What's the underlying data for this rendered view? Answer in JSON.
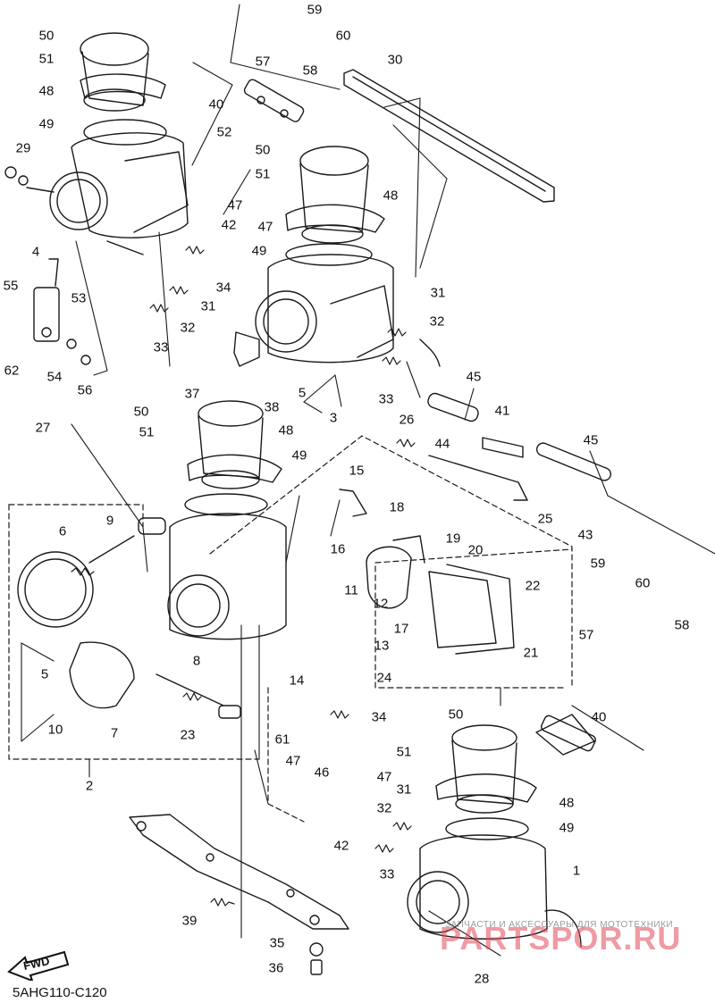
{
  "diagram": {
    "code": "5AHG110-C120",
    "direction_badge": "FWD",
    "watermark": {
      "tagline": "ЗАПЧАСТИ И АКСЕССУАРЫ ДЛЯ МОТОТЕХНИКИ",
      "brand": "PARTSPOR.RU"
    }
  },
  "callouts": [
    {
      "label": "50"
    },
    {
      "label": "51"
    },
    {
      "label": "48"
    },
    {
      "label": "49"
    },
    {
      "label": "29"
    },
    {
      "label": "4"
    },
    {
      "label": "55"
    },
    {
      "label": "53"
    },
    {
      "label": "62"
    },
    {
      "label": "54"
    },
    {
      "label": "56"
    },
    {
      "label": "27"
    },
    {
      "label": "59"
    },
    {
      "label": "60"
    },
    {
      "label": "57"
    },
    {
      "label": "58"
    },
    {
      "label": "30"
    },
    {
      "label": "40"
    },
    {
      "label": "52"
    },
    {
      "label": "47"
    },
    {
      "label": "42"
    },
    {
      "label": "50"
    },
    {
      "label": "51"
    },
    {
      "label": "48"
    },
    {
      "label": "47"
    },
    {
      "label": "49"
    },
    {
      "label": "34"
    },
    {
      "label": "31"
    },
    {
      "label": "32"
    },
    {
      "label": "33"
    },
    {
      "label": "31"
    },
    {
      "label": "32"
    },
    {
      "label": "33"
    },
    {
      "label": "37"
    },
    {
      "label": "38"
    },
    {
      "label": "5"
    },
    {
      "label": "3"
    },
    {
      "label": "45"
    },
    {
      "label": "26"
    },
    {
      "label": "44"
    },
    {
      "label": "41"
    },
    {
      "label": "45"
    },
    {
      "label": "25"
    },
    {
      "label": "43"
    },
    {
      "label": "50"
    },
    {
      "label": "51"
    },
    {
      "label": "48"
    },
    {
      "label": "49"
    },
    {
      "label": "15"
    },
    {
      "label": "16"
    },
    {
      "label": "18"
    },
    {
      "label": "9"
    },
    {
      "label": "6"
    },
    {
      "label": "19"
    },
    {
      "label": "20"
    },
    {
      "label": "17"
    },
    {
      "label": "11"
    },
    {
      "label": "12"
    },
    {
      "label": "13"
    },
    {
      "label": "22"
    },
    {
      "label": "59"
    },
    {
      "label": "60"
    },
    {
      "label": "57"
    },
    {
      "label": "58"
    },
    {
      "label": "21"
    },
    {
      "label": "5"
    },
    {
      "label": "8"
    },
    {
      "label": "14"
    },
    {
      "label": "24"
    },
    {
      "label": "10"
    },
    {
      "label": "7"
    },
    {
      "label": "23"
    },
    {
      "label": "34"
    },
    {
      "label": "61"
    },
    {
      "label": "47"
    },
    {
      "label": "46"
    },
    {
      "label": "2"
    },
    {
      "label": "50"
    },
    {
      "label": "40"
    },
    {
      "label": "51"
    },
    {
      "label": "47"
    },
    {
      "label": "31"
    },
    {
      "label": "48"
    },
    {
      "label": "32"
    },
    {
      "label": "49"
    },
    {
      "label": "42"
    },
    {
      "label": "33"
    },
    {
      "label": "1"
    },
    {
      "label": "39"
    },
    {
      "label": "35"
    },
    {
      "label": "36"
    },
    {
      "label": "28"
    }
  ]
}
